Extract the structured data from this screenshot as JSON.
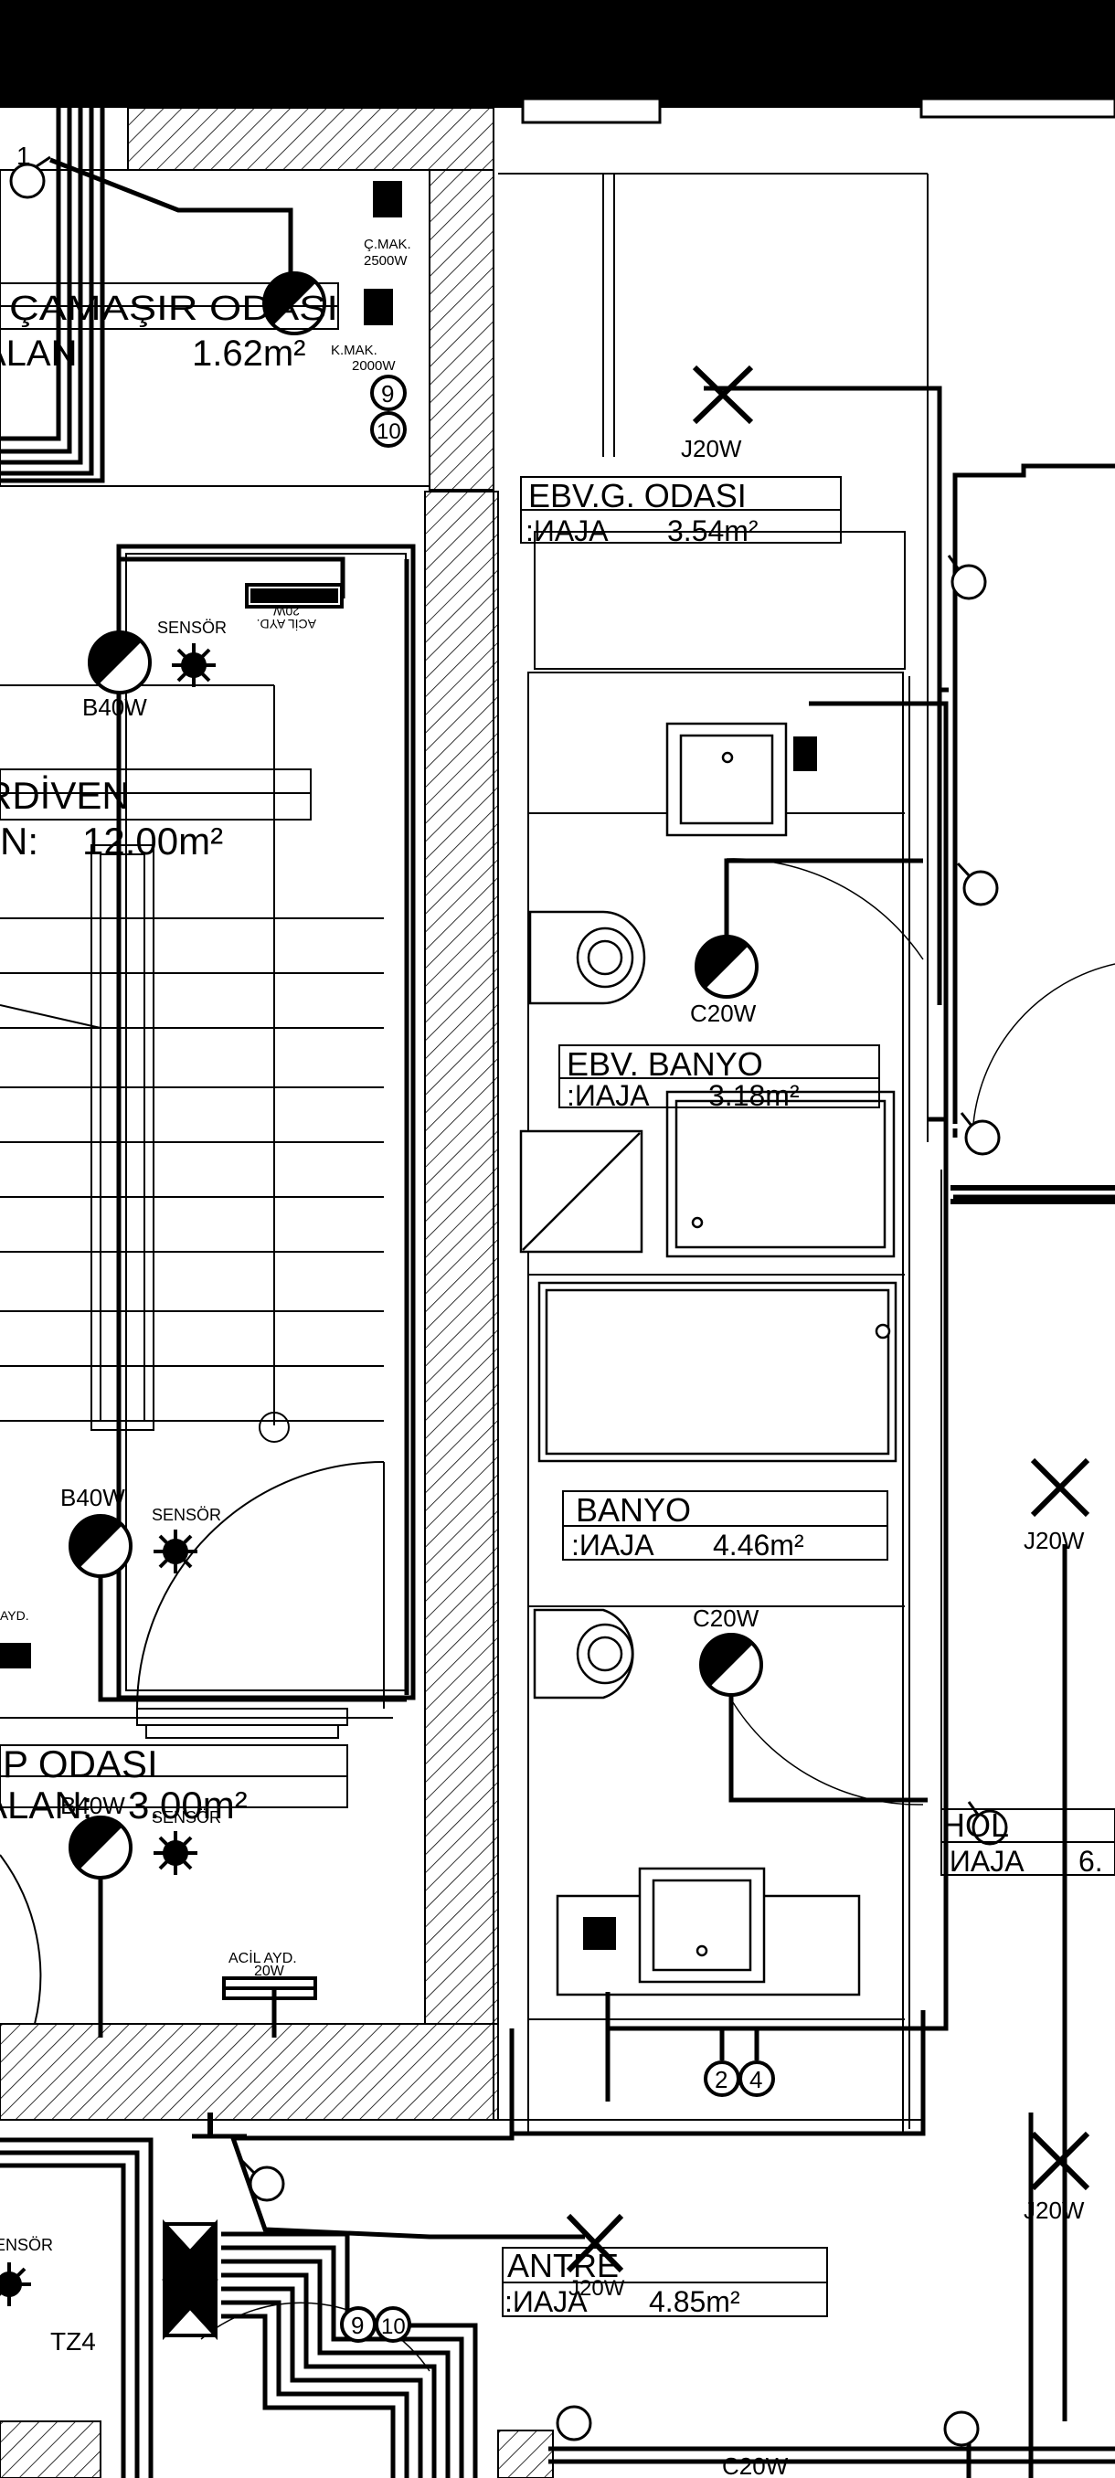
{
  "top_bar": {
    "color": "#000000"
  },
  "rooms": {
    "camasir": {
      "name": "ÇAMAŞIR ODASI",
      "area": "1.62m²",
      "area_prefix": "ALAN"
    },
    "merdiven": {
      "name": "MERDİVEN",
      "area": "12.00m²",
      "area_prefix": "N:"
    },
    "ebv_giyinme": {
      "name": "EBV.G. ODASI",
      "area": "3.54m²",
      "area_prefix": ":ИAJA"
    },
    "ebv_banyo": {
      "name": "EBV. BANYO",
      "area": "3.18m²",
      "area_prefix": ":ИAJA"
    },
    "banyo": {
      "name": "BANYO",
      "area": "4.46m²",
      "area_prefix": ":ИAJA"
    },
    "hol": {
      "name": "HOL",
      "area": "6.",
      "area_prefix": ":ИAJA"
    },
    "cop_odasi": {
      "name": "ÇÖP ODASI",
      "area": "3.00m²",
      "area_prefix": "ALAN:"
    },
    "antre": {
      "name": "ANTRE",
      "area": "4.85m²",
      "area_prefix": ":ИAJA"
    }
  },
  "fixtures": {
    "j20w_a": "J20W",
    "j20w_b": "J20W",
    "j20w_c": "J20W",
    "j20w_d": "J20W",
    "b40w_a": "B40W",
    "b40w_b": "B40W",
    "b40w_c": "B40W",
    "c20w_a": "C20W",
    "c20w_b": "C20W",
    "c20w_c": "C20W",
    "sensor_a": "SENSÖR",
    "sensor_b": "SENSÖR",
    "sensor_c": "SENSÖR",
    "sensor_d": "SENSÖR",
    "acil_ayd_a": "ACİL AYD.",
    "acil_ayd_a_w": "20W",
    "acil_ayd_b": "ACİL AYD.",
    "acil_ayd_b_w": "20W",
    "acil_ayd_c": "AYD.",
    "c_mak": "Ç.MAK.",
    "c_mak_w": "2500W",
    "k_mak": "K.MAK.",
    "k_mak_w": "2000W",
    "tz4": "TZ4"
  },
  "circuits": {
    "c9a": "9",
    "c10a": "10",
    "c2": "2",
    "c4": "4",
    "c9b": "9",
    "c10b": "10",
    "c1": "1"
  }
}
